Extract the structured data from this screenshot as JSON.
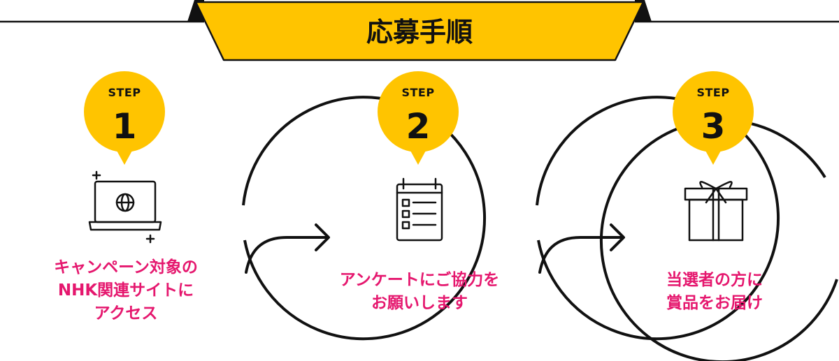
{
  "header": {
    "title": "応募手順"
  },
  "colors": {
    "accent_yellow": "#ffc400",
    "line_black": "#111111",
    "text_pink": "#e5176e"
  },
  "steps": [
    {
      "label": "STEP",
      "number": "1",
      "icon": "laptop-globe-icon",
      "lines": [
        "キャンペーン対象の",
        "NHK関連サイトに",
        "アクセス"
      ]
    },
    {
      "label": "STEP",
      "number": "2",
      "icon": "survey-clipboard-icon",
      "lines": [
        "アンケートにご協力を",
        "お願いします"
      ]
    },
    {
      "label": "STEP",
      "number": "3",
      "icon": "gift-box-icon",
      "lines": [
        "当選者の方に",
        "賞品をお届け"
      ]
    }
  ]
}
